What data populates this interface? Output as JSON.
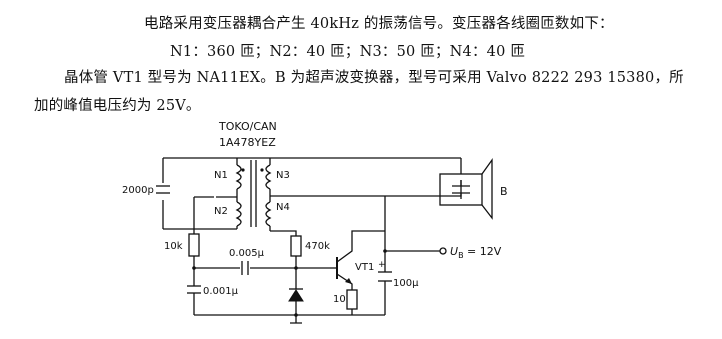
{
  "text": {
    "line1": "电路采用变压器耦合产生 40kHz 的振荡信号。变压器各线圈匝数如下：",
    "line2": "N1：360 匝；N2：40 匝；N3：50 匝；N4：40 匝",
    "line3": "晶体管 VT1 型号为 NA11EX。B 为超声波变换器，型号可采用 Valvo 8222 293 15380，所",
    "line4": "加的峰值电压约为 25V。"
  },
  "diagram": {
    "transformer_maker": "TOKO/CAN",
    "transformer_part": "1A478YEZ",
    "n1": "N1",
    "n2": "N2",
    "n3": "N3",
    "n4": "N4",
    "cap_2000p": "2000p",
    "transducer": "B",
    "res_10k": "10k",
    "cap_0005": "0.005μ",
    "res_470k": "470k",
    "transistor": "VT1",
    "cap_0001": "0.001μ",
    "res_10": "10",
    "cap_100": "100μ",
    "cap_100_polarity": "+",
    "supply_symbol": "U",
    "supply_sub": "B",
    "supply_value": " = 12V"
  }
}
